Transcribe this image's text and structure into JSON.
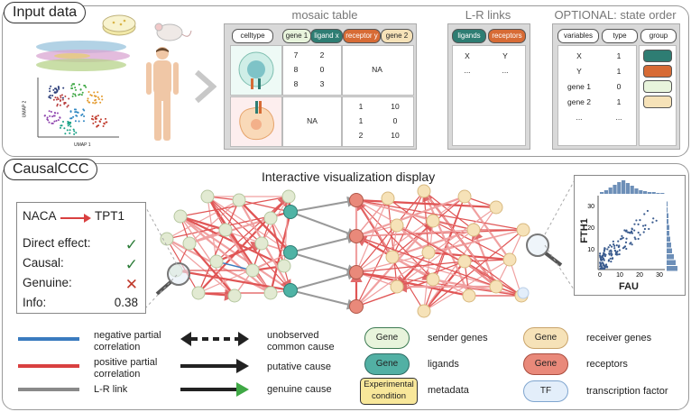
{
  "input_section": {
    "title": "Input data",
    "mosaic": {
      "title": "mosaic table",
      "headers": [
        "celltype",
        "gene 1",
        "ligand x",
        "receptor y",
        "gene 2"
      ],
      "row1": {
        "gene1": [
          "7",
          "8",
          "8"
        ],
        "ligandx": [
          "2",
          "0",
          "3"
        ],
        "na": "NA"
      },
      "row2": {
        "na": "NA",
        "receptor": [
          "1",
          "1",
          "2"
        ],
        "gene2": [
          "10",
          "0",
          "10"
        ]
      }
    },
    "lr_links": {
      "title": "L-R links",
      "headers": [
        "ligands",
        "receptors"
      ],
      "rows": [
        [
          "X",
          "Y"
        ],
        [
          "...",
          "..."
        ]
      ]
    },
    "state_order": {
      "title": "OPTIONAL: state order",
      "headers": [
        "variables",
        "type",
        "group"
      ],
      "rows": [
        [
          "X",
          "1"
        ],
        [
          "Y",
          "1"
        ],
        [
          "gene 1",
          "0"
        ],
        [
          "gene 2",
          "1"
        ],
        [
          "...",
          "..."
        ]
      ],
      "group_colors": [
        "#2e7d73",
        "#d76b35",
        "#e8f4dc",
        "#f6e2b8"
      ]
    },
    "umap": {
      "xlabel": "UMAP 1",
      "ylabel": "UMAP 2"
    }
  },
  "causal_section": {
    "title": "CausalCCC",
    "viz_title": "Interactive visualization display",
    "info": {
      "source": "NACA",
      "target": "TPT1",
      "rows": [
        {
          "label": "Direct effect:",
          "mark": "✓",
          "color": "#2e7d3a"
        },
        {
          "label": "Causal:",
          "mark": "✓",
          "color": "#2e7d3a"
        },
        {
          "label": "Genuine:",
          "mark": "✕",
          "color": "#c0392b"
        },
        {
          "label": "Info:",
          "mark": "0.38",
          "color": "#222"
        }
      ]
    },
    "scatter": {
      "xlabel": "FAU",
      "ylabel": "FTH1",
      "xticks": [
        "0",
        "10",
        "20",
        "30"
      ],
      "yticks": [
        "10",
        "20",
        "30"
      ]
    }
  },
  "legend": {
    "negative": "negative partial correlation",
    "positive": "positive partial correlation",
    "lr_link": "L-R link",
    "unobserved": "unobserved common cause",
    "putative": "putative cause",
    "genuine": "genuine cause",
    "gene_pill": "Gene",
    "experimental": "Experimental condition",
    "tf_pill": "TF",
    "sender": "sender genes",
    "ligands": "ligands",
    "metadata": "metadata",
    "receiver": "receiver genes",
    "receptors": "receptors",
    "tf": "transcription factor",
    "colors": {
      "negative": "#3a7bbf",
      "positive": "#d94040",
      "lr": "#8a8a8a",
      "genuine": "#3fa845"
    }
  }
}
